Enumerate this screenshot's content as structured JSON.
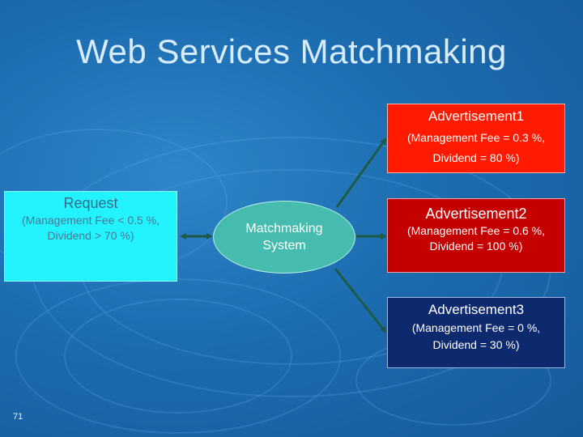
{
  "title": "Web Services Matchmaking",
  "slide_number": "71",
  "request": {
    "heading": "Request",
    "line1": "(Management Fee < 0.5 %,",
    "line2": "Dividend > 70 %)"
  },
  "matchmaker": {
    "label": "Matchmaking\nSystem"
  },
  "advertisements": [
    {
      "heading": "Advertisement1",
      "line1": "(Management Fee = 0.3 %,",
      "line2": "Dividend = 80 %)",
      "color": "#ff1a00"
    },
    {
      "heading": "Advertisement2",
      "line1": "(Management Fee = 0.6 %,",
      "line2": "Dividend = 100 %)",
      "color": "#c40000"
    },
    {
      "heading": "Advertisement3",
      "line1": "(Management Fee = 0 %,",
      "line2": "Dividend = 30 %)",
      "color": "#0e2a6e"
    }
  ],
  "colors": {
    "request_box": "#22f3ff",
    "matchmaker_ellipse": "#46bcae",
    "arrow": "#1e5a48",
    "background": "#1c6cb0"
  }
}
